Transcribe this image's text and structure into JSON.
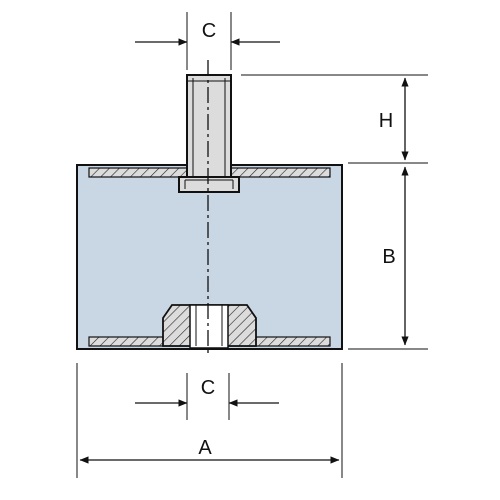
{
  "labels": {
    "top_thread_width": "C",
    "stud_height": "H",
    "body_height": "B",
    "bottom_thread_width": "C",
    "body_width": "A"
  },
  "colors": {
    "rubber_fill": "#c9d7e5",
    "metal_fill": "#dcdcdc",
    "line": "#111111",
    "background": "#ffffff"
  }
}
